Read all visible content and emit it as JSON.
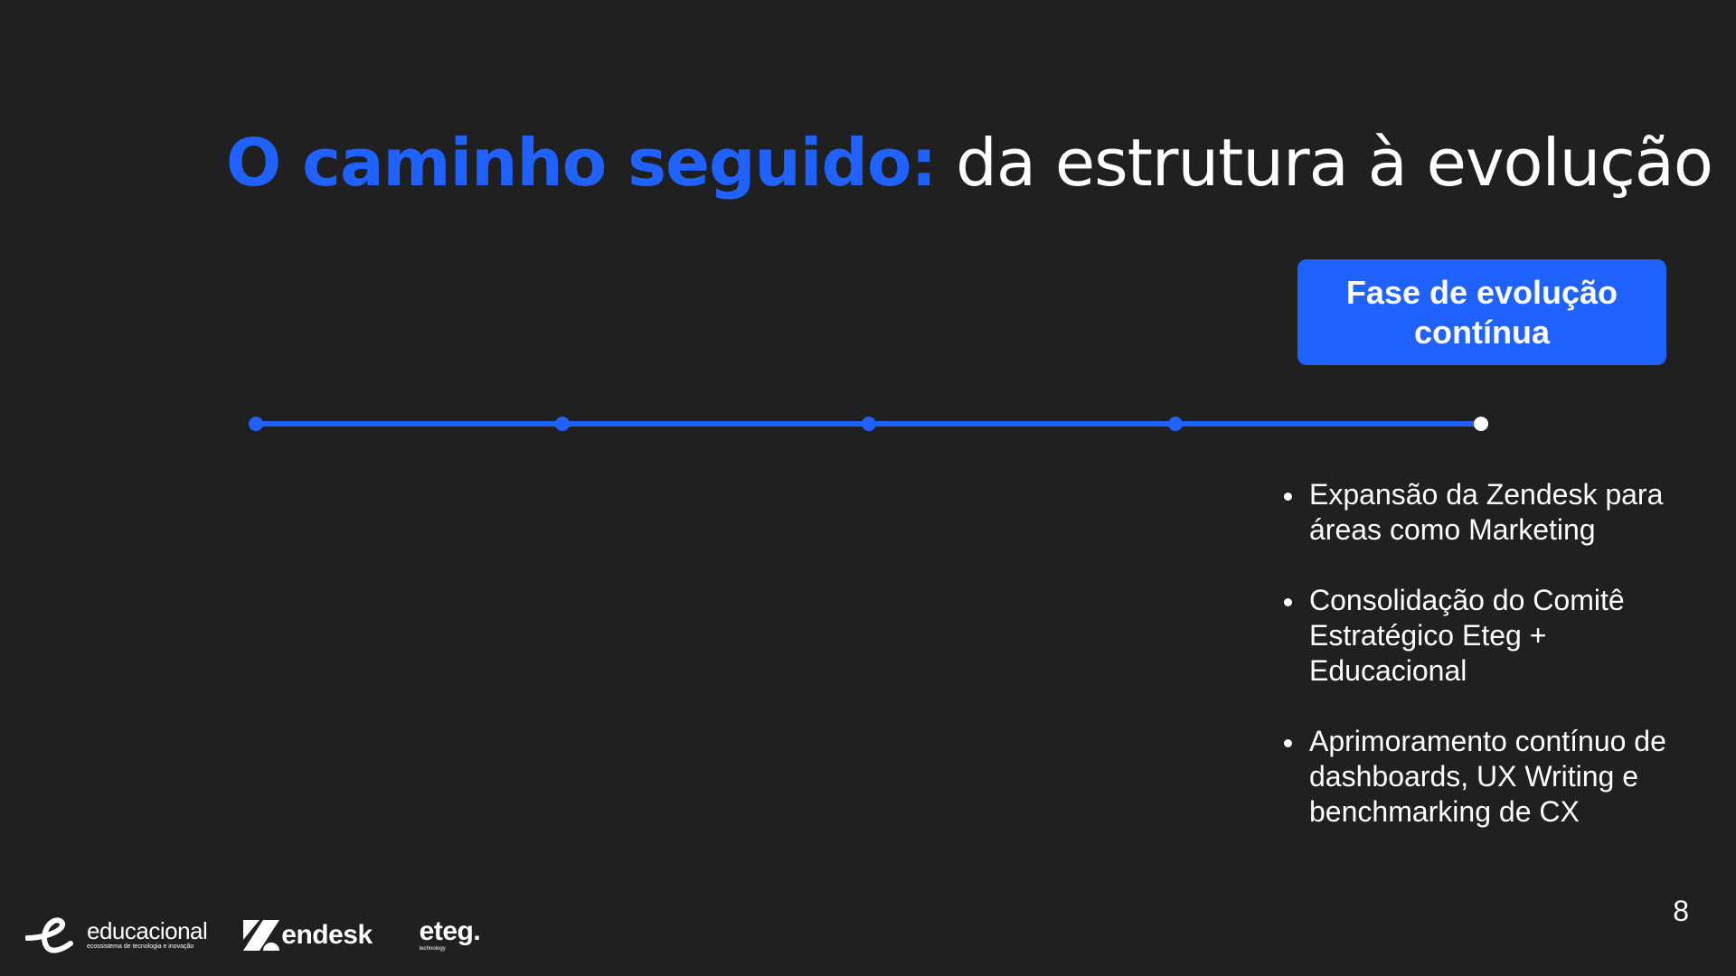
{
  "slide": {
    "title_accent": "O caminho seguido:",
    "title_rest": " da estrutura à evolução",
    "phase_label": "Fase de evolução contínua",
    "bullets": [
      "Expansão da Zendesk para áreas como Marketing",
      "Consolidação do Comitê Estratégico Eteg + Educacional",
      "Aprimoramento contínuo de dashboards, UX Writing e benchmarking de CX"
    ],
    "page_number": "8"
  },
  "timeline": {
    "points": 5,
    "active_index": 4
  },
  "logos": {
    "educacional": {
      "name": "educacional",
      "tagline": "ecossistema de tecnologia e inovação"
    },
    "zendesk": {
      "name": "endesk"
    },
    "eteg": {
      "name": "eteg.",
      "tagline": "technology"
    }
  },
  "colors": {
    "background": "#202020",
    "accent": "#1f62ff",
    "text": "#ffffff"
  }
}
